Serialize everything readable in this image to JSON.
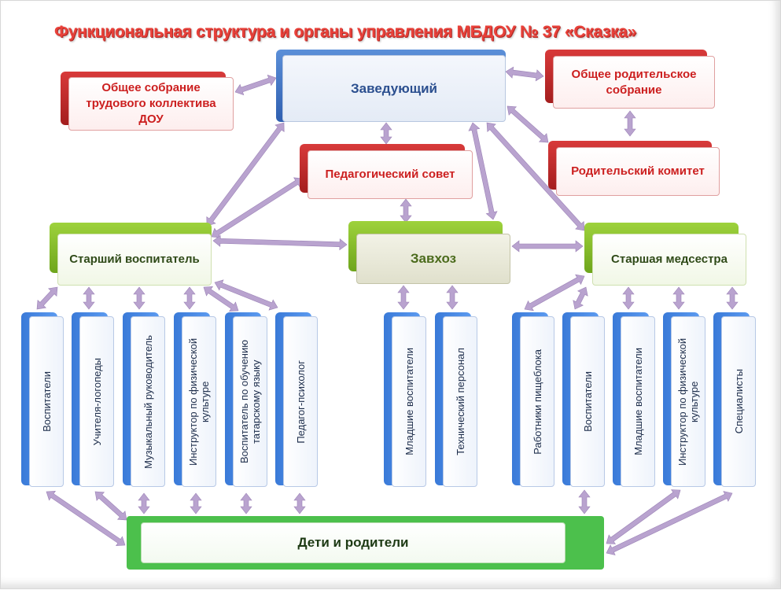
{
  "title": "Функциональная структура и органы управления МБДОУ № 37 «Сказка»",
  "nodes": {
    "head": "Заведующий",
    "general_meeting": "Общее собрание трудового коллектива ДОУ",
    "parent_meeting": "Общее родительское собрание",
    "parent_committee": "Родительский комитет",
    "ped_council": "Педагогический совет",
    "senior_teacher": "Старший воспитатель",
    "supply_manager": "Завхоз",
    "head_nurse": "Старшая медсестра",
    "children_parents": "Дети и родители"
  },
  "columns": [
    "Воспитатели",
    "Учителя-логопеды",
    "Музыкальный руководитель",
    "Инструктор по физической культуре",
    "Воспитатель по обучению татарскому  языку",
    "Педагог-психолог",
    "Младшие воспитатели",
    "Технический персонал",
    "Работники пищеблока",
    "Воспитатели",
    "Младшие воспитатели",
    "Инструктор по физической культуре",
    "Специалисты"
  ],
  "colors": {
    "title": "#e8413a",
    "red_accent": "#c62828",
    "blue_accent": "#3a6fc4",
    "green_accent": "#7cb82a",
    "arrow": "#b9a3cf"
  }
}
